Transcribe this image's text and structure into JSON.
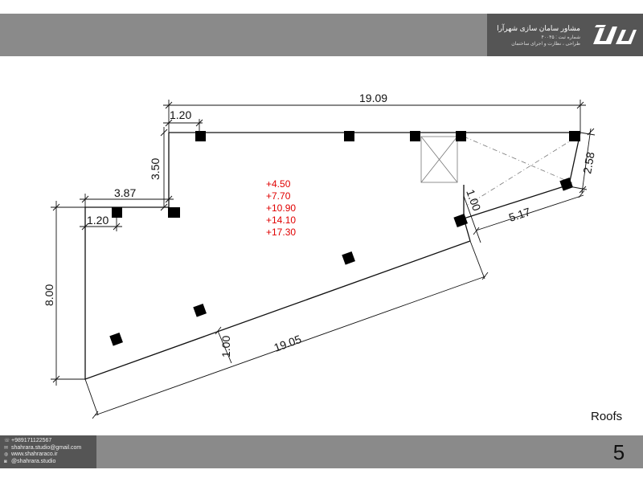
{
  "header": {
    "brand_title": "مشاور سامان سازی شهرآرا",
    "brand_registration": "شماره ثبت : ۴۰۰۴۵",
    "brand_tagline": "طراحی ، نظارت و اجرای ساختمان",
    "logo_icon": "shahrara-logo-icon"
  },
  "plan": {
    "label": "Roofs",
    "dimensions": {
      "top_width": "19.09",
      "top_offset": "1.20",
      "left_step_height": "3.50",
      "left_step_width": "3.87",
      "left_inner_offset": "1.20",
      "left_height": "8.00",
      "bottom_length": "19.05",
      "bottom_offset": "1.00",
      "right_height": "2.58",
      "right_offset": "1.00",
      "right_length": "5.17"
    },
    "levels": [
      "+4.50",
      "+7.70",
      "+10.90",
      "+14.10",
      "+17.30"
    ],
    "level_color": "#e00000"
  },
  "footer": {
    "phone": "+989171122567",
    "email": "shahrara.studio@gmail.com",
    "website": "www.shahraraco.ir",
    "instagram": "@shahrara.studio",
    "page_number": "5"
  }
}
